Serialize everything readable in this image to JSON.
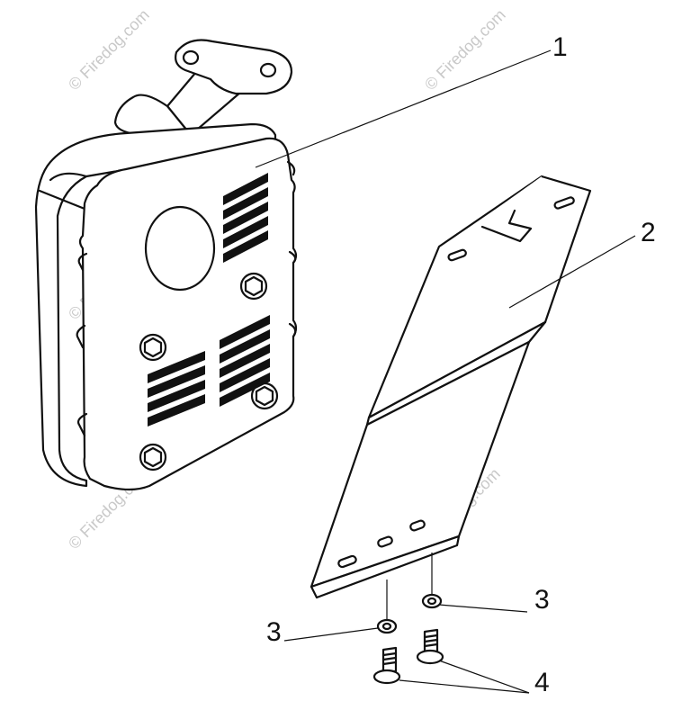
{
  "callouts": {
    "c1": "1",
    "c2": "2",
    "c3a": "3",
    "c3b": "3",
    "c4": "4"
  },
  "watermark": {
    "text": "© Firedog.com",
    "color": "#c9c9c9"
  },
  "parts": {
    "muffler": "muffler-icon",
    "bracket": "bracket-icon",
    "washer": "washer-icon",
    "screw": "screw-icon"
  },
  "colors": {
    "line": "#111111",
    "background": "#ffffff"
  }
}
